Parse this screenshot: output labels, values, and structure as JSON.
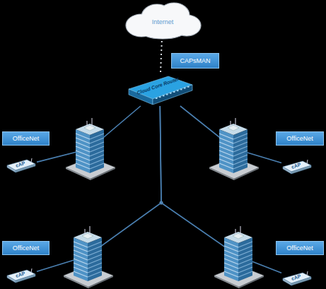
{
  "diagram": {
    "nodes": [
      {
        "text": [
          "Internet"
        ]
      },
      {
        "text": [
          "CAPsMAN"
        ]
      },
      {
        "text": [
          "Cloud Core Router"
        ]
      },
      {
        "text": [
          "OfficeNet"
        ]
      },
      {
        "text": [
          "cAP"
        ]
      },
      {
        "text": [
          "OfficeNet"
        ]
      },
      {
        "text": [
          "cAP"
        ]
      },
      {
        "text": [
          "OfficeNet"
        ]
      },
      {
        "text": [
          "cAP"
        ]
      },
      {
        "text": [
          "OfficeNet"
        ]
      },
      {
        "text": [
          "cAP"
        ]
      }
    ],
    "edges": [
      {
        "from": 0,
        "to": 2,
        "arrow": "none"
      },
      {
        "from": 2,
        "to": 4,
        "arrow": "none"
      },
      {
        "from": 2,
        "to": 6,
        "arrow": "none"
      },
      {
        "from": 2,
        "to": 8,
        "arrow": "none"
      },
      {
        "from": 2,
        "to": 10,
        "arrow": "none"
      }
    ]
  }
}
